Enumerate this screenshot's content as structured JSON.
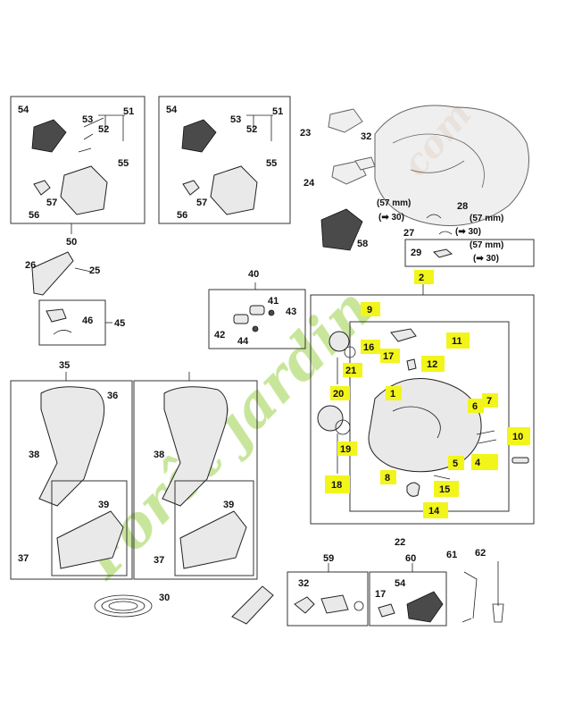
{
  "watermark": {
    "text": "Forêt jardin",
    "suffix": "com",
    "color": "#9bd24a",
    "accent": "#d9b18a"
  },
  "highlight_color": "#f2f51a",
  "callouts": [
    "54",
    "53",
    "51",
    "52",
    "55",
    "56",
    "57",
    "50",
    "23",
    "32",
    "24",
    "28",
    "27",
    "29",
    "58",
    "26",
    "25",
    "45",
    "46",
    "40",
    "41",
    "43",
    "42",
    "44",
    "2",
    "9",
    "16",
    "17",
    "11",
    "12",
    "21",
    "20",
    "1",
    "6",
    "7",
    "10",
    "19",
    "18",
    "5",
    "4",
    "8",
    "15",
    "14",
    "35",
    "36",
    "38",
    "39",
    "37",
    "22",
    "59",
    "60",
    "61",
    "62",
    "32b",
    "54b",
    "17b",
    "30"
  ],
  "notes": {
    "n57a": "(57 mm)",
    "n30a": "(➡ 30)",
    "n57b": "(57 mm)",
    "n30b": "(➡ 30)",
    "n57c": "(57 mm)",
    "n30c": "(➡ 30)"
  }
}
